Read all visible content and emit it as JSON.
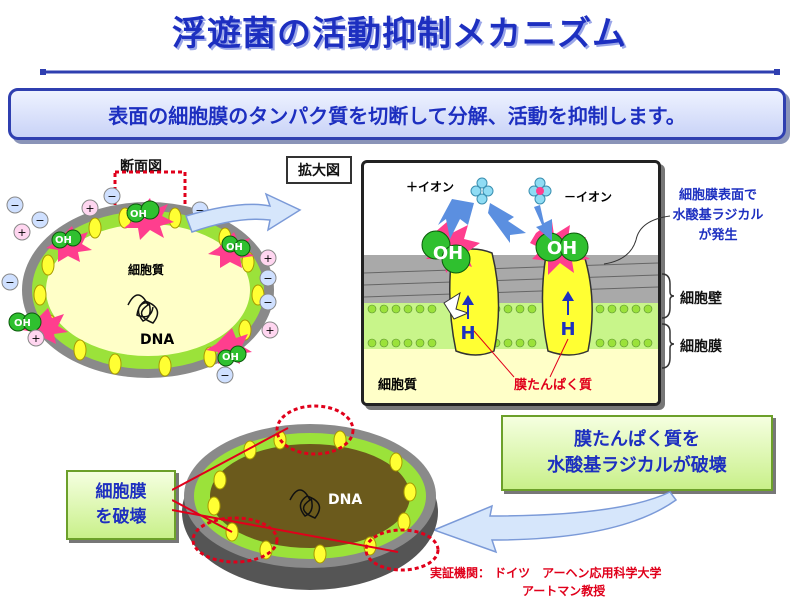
{
  "title": "浮遊菌の活動抑制メカニズム",
  "subtitle": "表面の細胞膜のタンパク質を切断して分解、活動を抑制します。",
  "cross_section": {
    "label": "断面図",
    "cytoplasm": "細胞質",
    "dna": "DNA",
    "oh": "OH"
  },
  "zoom": {
    "label": "拡大図",
    "plus_ion": "＋イオン",
    "minus_ion": "－イオン",
    "radical_note_line1": "細胞膜表面で",
    "radical_note_line2": "水酸基ラジカル",
    "radical_note_line3": "が発生",
    "cell_wall": "細胞壁",
    "cell_membrane": "細胞膜",
    "cytoplasm": "細胞質",
    "membrane_protein": "膜たんぱく質",
    "h": "H",
    "oh": "OH"
  },
  "result": {
    "line1": "膜たんぱく質を",
    "line2": "水酸基ラジカルが破壊"
  },
  "destroyed": {
    "dna": "DNA",
    "membrane_line1": "細胞膜",
    "membrane_line2": "を破壊"
  },
  "credit": {
    "line1": "実証機関： ドイツ　アーヘン応用科学大学",
    "line2": "アートマン教授"
  },
  "colors": {
    "title": "#1d2fc0",
    "cell_membrane": "#9be23a",
    "cytoplasm": "#ffffc8",
    "protein": "#ffff33",
    "radical": "#ff3e8e",
    "oh_ball": "#2fc02f",
    "warning": "#e0001b"
  }
}
